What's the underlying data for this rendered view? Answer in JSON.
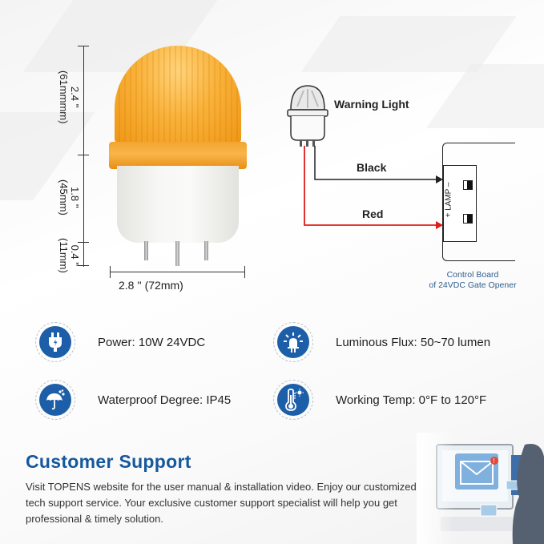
{
  "product": {
    "name": "Warning Light",
    "color": "#f5a623",
    "dimensions": {
      "dome_height": {
        "inches": "2.4 ''",
        "mm": "(61mmmm)"
      },
      "base_height": {
        "inches": "1.8 ''",
        "mm": "(45mm)"
      },
      "pin_length": {
        "inches": "0.4 ''",
        "mm": "(11mm)"
      },
      "width": "2.8 '' (72mm)"
    }
  },
  "wiring": {
    "device_label": "Warning Light",
    "wires": [
      {
        "label": "Black",
        "color": "#222222"
      },
      {
        "label": "Red",
        "color": "#e01b1b"
      }
    ],
    "terminal": {
      "label": "LAMP",
      "plus": "+",
      "minus": "–"
    },
    "board_caption_line1": "Control Board",
    "board_caption_line2": "of 24VDC Gate Opener"
  },
  "specs": [
    {
      "icon": "plug-icon",
      "text": "Power: 10W 24VDC"
    },
    {
      "icon": "bulb-icon",
      "text": "Luminous Flux: 50~70 lumen"
    },
    {
      "icon": "umbrella-rain-icon",
      "text": "Waterproof Degree: IP45"
    },
    {
      "icon": "thermometer-icon",
      "text": "Working Temp: 0°F to 120°F"
    }
  ],
  "support": {
    "title": "Customer Support",
    "body": "Visit TOPENS website for the user manual & installation video. Enjoy our customized tech support service. Your exclusive customer support specialist will help you get professional & timely solution.",
    "accent": "#16589c"
  }
}
